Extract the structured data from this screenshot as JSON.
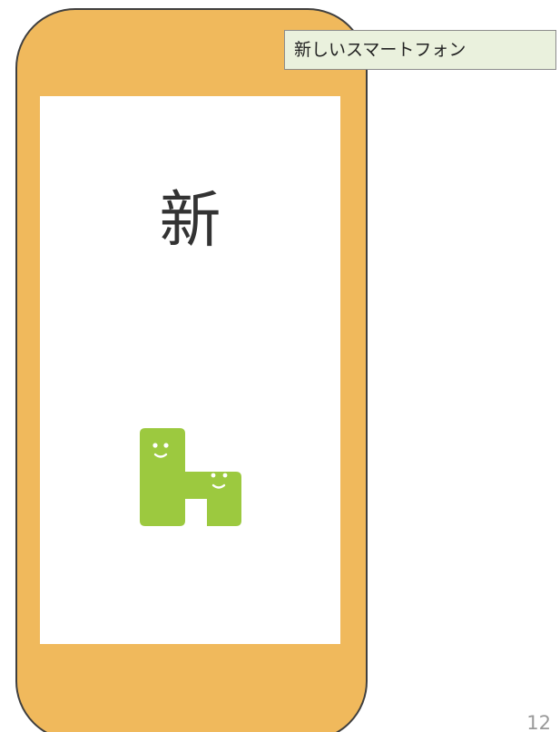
{
  "slide": {
    "label": "新しいスマートフォン",
    "screen_character": "新",
    "page_number": "12"
  },
  "colors": {
    "phone_body": "#f0b95c",
    "phone_outline": "#3f3f3f",
    "label_background": "#eaf1dd",
    "logo_green": "#9cc93f"
  },
  "icons": {
    "logo": "green-h-mascot-logo"
  }
}
